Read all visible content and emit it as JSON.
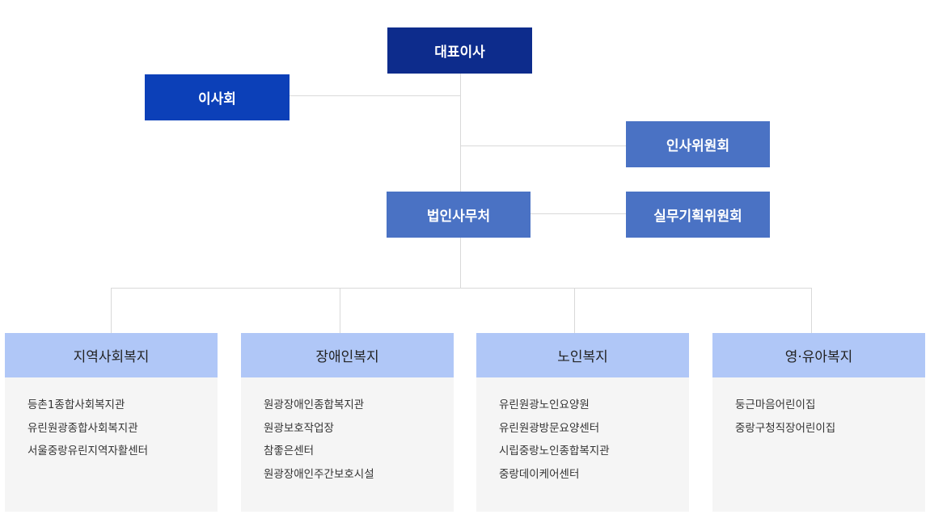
{
  "top": {
    "ceo": "대표이사",
    "board": "이사회",
    "hr_committee": "인사위원회",
    "secretariat": "법인사무처",
    "planning_committee": "실무기획위원회"
  },
  "divisions": [
    {
      "title": "지역사회복지",
      "items": [
        "등촌1종합사회복지관",
        "유린원광종합사회복지관",
        "서울중랑유린지역자활센터"
      ]
    },
    {
      "title": "장애인복지",
      "items": [
        "원광장애인종합복지관",
        "원광보호작업장",
        "참좋은센터",
        "원광장애인주간보호시설"
      ]
    },
    {
      "title": "노인복지",
      "items": [
        "유린원광노인요양원",
        "유린원광방문요양센터",
        "시립중랑노인종합복지관",
        "중랑데이케어센터"
      ]
    },
    {
      "title": "영·유아복지",
      "items": [
        "둥근마음어린이집",
        "중랑구청직장어린이집"
      ]
    }
  ],
  "colors": {
    "ceo": "#0d2c8c",
    "board": "#0c40b8",
    "committee": "#4a72c4",
    "division_header": "#b0c7f7",
    "division_body": "#f5f5f5",
    "connector": "#d9d9d9"
  }
}
